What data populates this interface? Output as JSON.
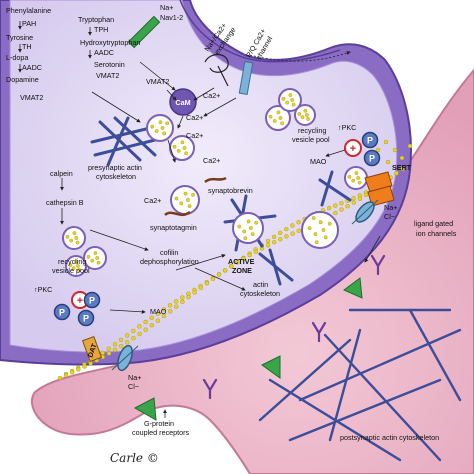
{
  "labels": {
    "phenylalanine": "Phenylalanine",
    "pah": "PAH",
    "tyrosine": "Tyrosine",
    "th": "TH",
    "ldopa": "L-dopa",
    "aadc1": "AADC",
    "dopamine": "Dopamine",
    "vmat2_a": "VMAT2",
    "tryptophan": "Tryptophan",
    "tph": "TPH",
    "hydroxytryptophan": "Hydroxytryptophan",
    "aadc2": "AADC",
    "serotonin": "Serotonin",
    "vmat2_b": "VMAT2",
    "vmat2_c": "VMAT2",
    "na_top": "Na+",
    "na12": "Nav1-2",
    "exchange_line1": "Na+/Ca2+",
    "exchange_line2": "exchange",
    "pq_line1": "P/Q Ca2+",
    "pq_line2": "channel",
    "cam": "CaM",
    "ca_top": "Ca2+",
    "ca_mid1": "Ca2+",
    "ca_mid2": "Ca2+",
    "ca_syt": "Ca2+",
    "ca_syn": "Ca2+",
    "recycling_top_1": "recycling",
    "recycling_top_2": "vesicle pool",
    "pkc_top": "↑PKC",
    "mao_top": "MAO",
    "sert": "SERT",
    "na_cl_right_1": "Na+",
    "na_cl_right_2": "Cl−",
    "presyn_actin_1": "presynaptic actin",
    "presyn_actin_2": "cytoskeleton",
    "calpein": "calpein",
    "synaptobrevin": "synaptobrevin",
    "cathepsin": "cathepsin B",
    "synaptotagmin": "synaptotagmin",
    "recycling_left_1": "recycling",
    "recycling_left_2": "vesicle pool",
    "cofilin_1": "cofilin",
    "cofilin_2": "dephosphorylation",
    "active_zone_1": "ACTIVE",
    "active_zone_2": "ZONE",
    "actin_1": "actin",
    "actin_2": "cytoskeleton",
    "pkc_left": "↑PKC",
    "mao_left": "MAO",
    "dat": "DAT",
    "na_cl_left_1": "Na+",
    "na_cl_left_2": "Cl−",
    "ligand_gated_1": "ligand gated",
    "ligand_gated_2": "ion channels",
    "gprotein_1": "G-protein",
    "gprotein_2": "coupled receptors",
    "postsyn_actin": "postsynaptic actin cytoskeleton",
    "p_symbol": "P",
    "plus_symbol": "+",
    "signature": "Carle ©"
  },
  "colors": {
    "membrane_outer": "#8a6cc4",
    "membrane_inner": "#5a3f9a",
    "cytoplasm": "#e6e0f5",
    "postsynaptic": "#eeb6c8",
    "postsyn_dark": "#d98fab",
    "vesicle": "#7a5fb5",
    "vesicle_fill": "#ffffff",
    "nt_dot": "#e8d41c",
    "actin": "#3c4d99",
    "p_fill": "#5b7cc4",
    "pkc_red": "#d0262c",
    "receptor_green": "#3aa44a",
    "channel_blue": "#7cb2d8",
    "sert_orange": "#f07d1c",
    "gpcr_purple": "#6b3b9a"
  }
}
